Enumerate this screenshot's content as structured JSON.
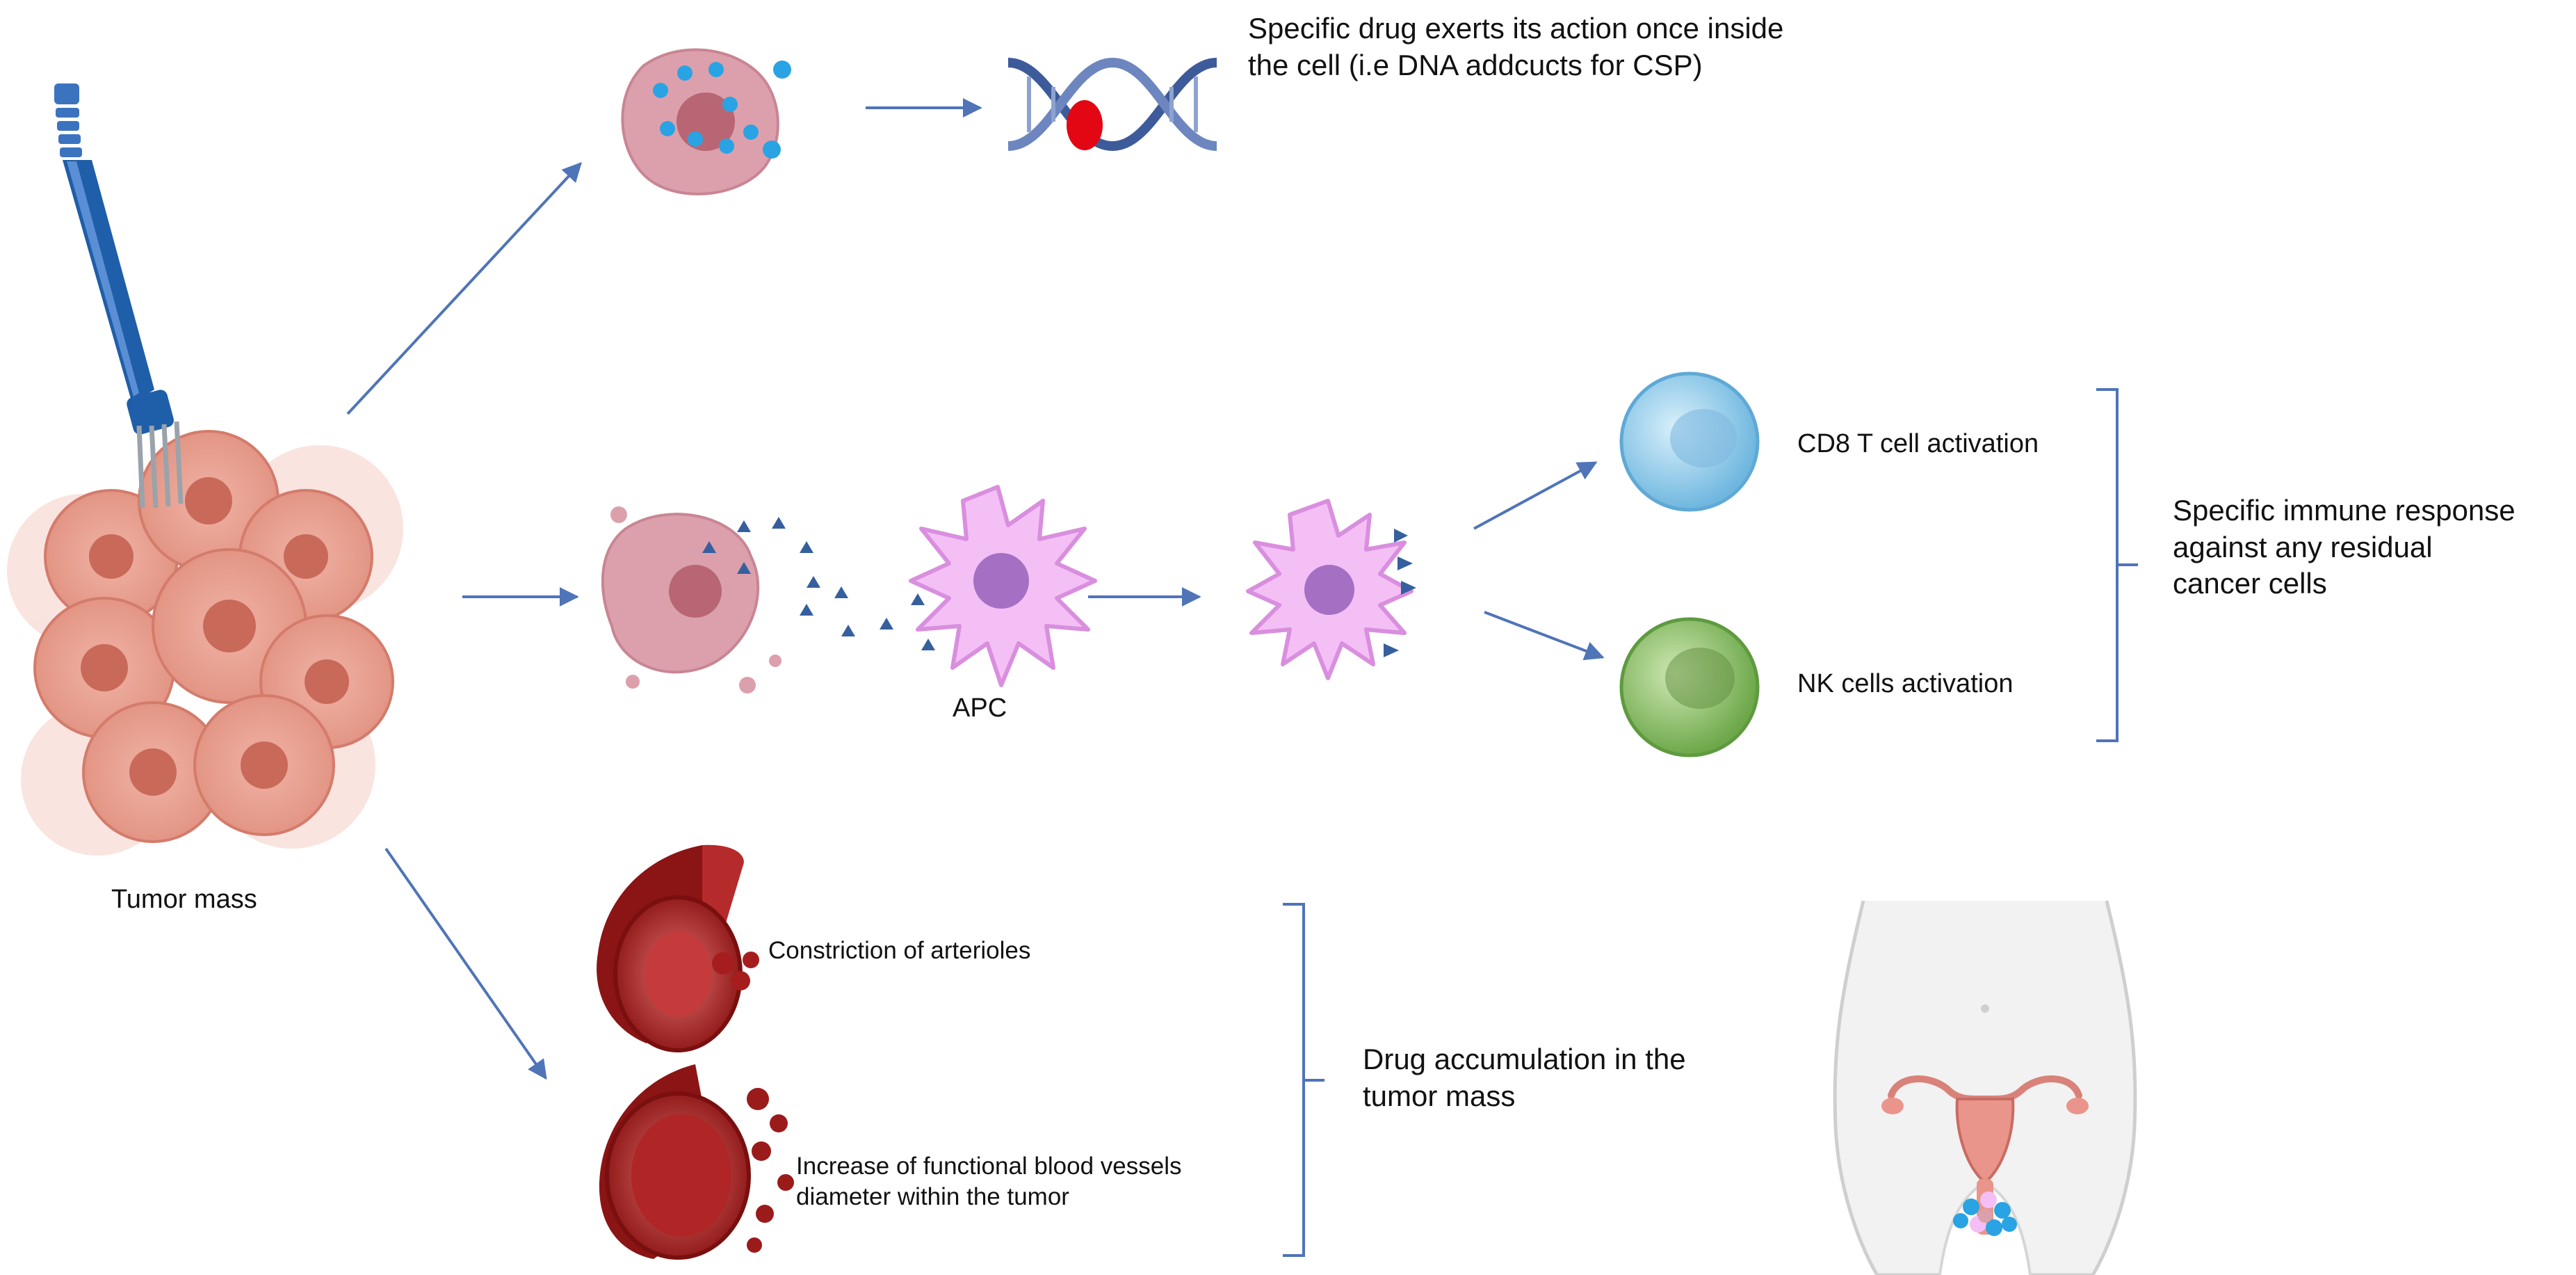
{
  "labels": {
    "drug_action": "Specific drug exerts its action once inside\nthe cell (i.e DNA addcucts for CSP)",
    "apc": "APC",
    "cd8": "CD8 T cell activation",
    "nk": "NK cells activation",
    "immune_response": "Specific immune response\nagainst any residual\ncancer cells",
    "tumor_mass": "Tumor mass",
    "constriction": "Constriction of arterioles",
    "increase_vessels": "Increase of functional blood vessels\ndiameter within the tumor",
    "drug_accumulation": "Drug accumulation in the\ntumor mass"
  },
  "colors": {
    "arrow": "#4f74b8",
    "bracket": "#4f74b8",
    "tumor": "#e79a8a",
    "tumor_nucleus": "#c9695a",
    "cell": "#dca0ad",
    "drug_dot": "#29a3e3",
    "dna": "#3d5b9a",
    "dna_adduct": "#e30613",
    "apc": "#f3bff5",
    "apc_nucleus": "#a56fc4",
    "antigen": "#365f9e",
    "cd8": "#8ccbea",
    "nk": "#8cc26a",
    "vessel": "#9b1b1b",
    "electrode": "#1f5ea8",
    "uterus": "#d9827a"
  },
  "icons": [
    "electrode-probe-icon",
    "dna-helix-icon",
    "apc-cell-icon",
    "cd8-t-cell-icon",
    "nk-cell-icon",
    "arteriole-icon",
    "blood-vessel-icon",
    "female-body-icon"
  ]
}
